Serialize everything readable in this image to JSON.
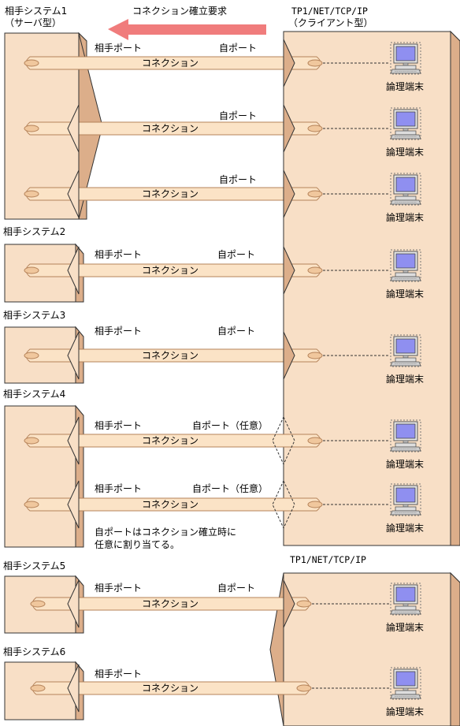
{
  "colors": {
    "box_fill": "#f8dfc6",
    "box_side": "#dcae8a",
    "tube_fill": "#fbe3c6",
    "tube_stroke": "#b5835a",
    "arrow": "#f07c7c",
    "monitor_screen": "#8f8ff0"
  },
  "icons": [
    "logical-terminal-icon"
  ],
  "header": {
    "request_label": "コネクション確立要求",
    "server_title": "相手システム1",
    "server_subtitle": "（サーバ型）",
    "client_title": "TP1/NET/TCP/IP",
    "client_subtitle": "（クライアント型）"
  },
  "systems": {
    "s2": "相手システム2",
    "s3": "相手システム3",
    "s4": "相手システム4",
    "s5": "相手システム5",
    "s6": "相手システム6"
  },
  "lower_client_title": "TP1/NET/TCP/IP",
  "labels": {
    "peer_port": "相手ポート",
    "own_port": "自ポート",
    "own_port_any": "自ポート（任意）",
    "connection": "コネクション",
    "terminal": "論理端末"
  },
  "note": {
    "line1": "自ポートはコネクション確立時に",
    "line2": "任意に割り当てる。"
  }
}
